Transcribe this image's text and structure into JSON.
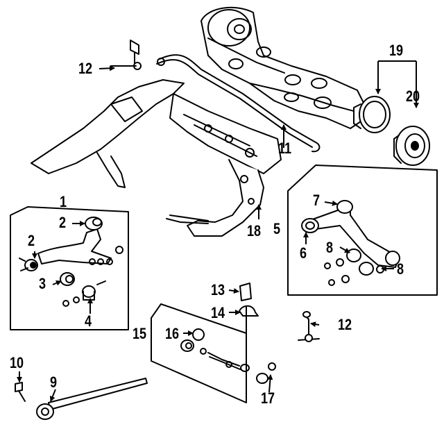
{
  "colors": {
    "line": "#000000",
    "background": "#ffffff"
  },
  "callouts": {
    "c1": "1",
    "c2a": "2",
    "c2b": "2",
    "c3": "3",
    "c4": "4",
    "c5": "5",
    "c6": "6",
    "c7": "7",
    "c8a": "8",
    "c8b": "8",
    "c9": "9",
    "c10": "10",
    "c11": "11",
    "c12a": "12",
    "c12b": "12",
    "c13": "13",
    "c14": "14",
    "c15": "15",
    "c16": "16",
    "c17": "17",
    "c18": "18",
    "c19": "19",
    "c20": "20"
  }
}
